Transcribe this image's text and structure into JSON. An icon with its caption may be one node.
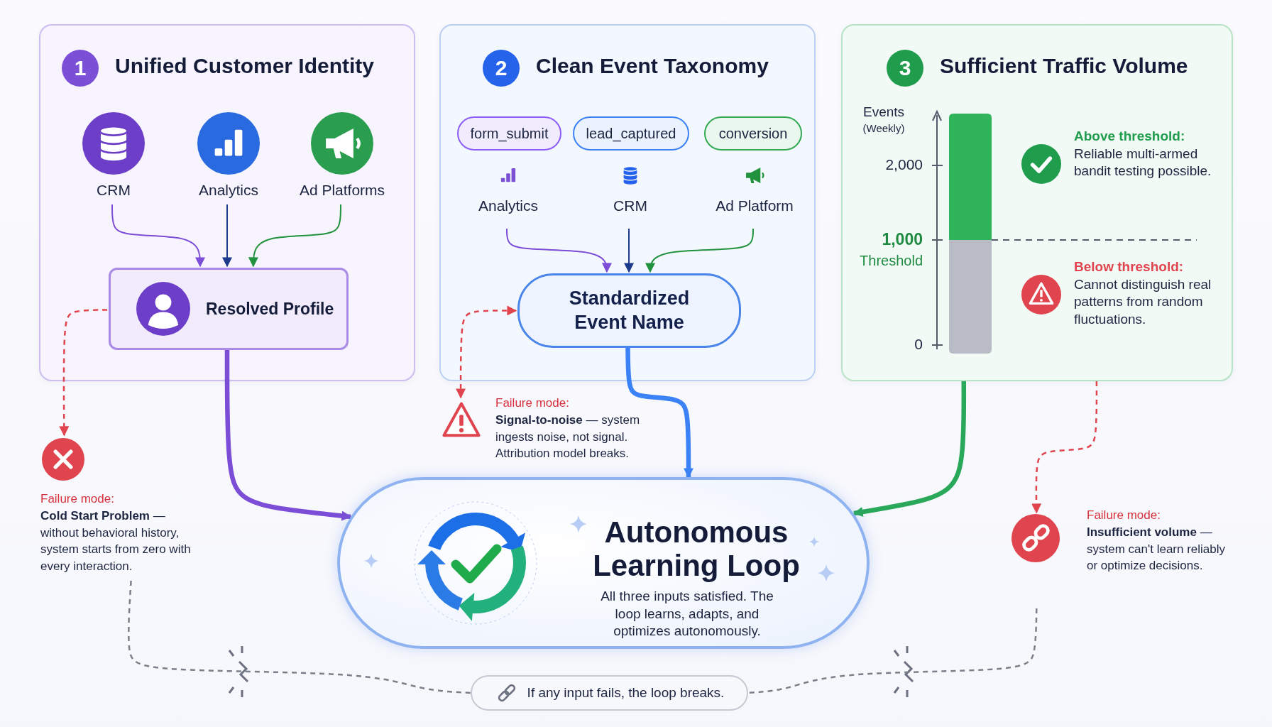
{
  "diagram": {
    "nodes": [
      {
        "text": [
          "Unified Customer Identity"
        ]
      },
      {
        "text": [
          "1"
        ],
        "in": 0
      },
      {
        "text": [
          "CRM"
        ],
        "in": 0
      },
      {
        "text": [
          "Analytics"
        ],
        "in": 0
      },
      {
        "text": [
          "Ad Platforms"
        ],
        "in": 0
      },
      {
        "text": [
          "Resolved Profile"
        ],
        "in": 0
      },
      {
        "text": [
          "Clean Event Taxonomy"
        ]
      },
      {
        "text": [
          "2"
        ],
        "in": 6
      },
      {
        "text": [
          "form_submit"
        ],
        "in": 6
      },
      {
        "text": [
          "lead_captured"
        ],
        "in": 6
      },
      {
        "text": [
          "conversion"
        ],
        "in": 6
      },
      {
        "text": [
          "Analytics"
        ],
        "in": 6
      },
      {
        "text": [
          "CRM"
        ],
        "in": 6
      },
      {
        "text": [
          "Ad Platform"
        ],
        "in": 6
      },
      {
        "text": [
          "Standardized Event Name"
        ],
        "in": 6
      },
      {
        "text": [
          "Sufficient Traffic Volume"
        ]
      },
      {
        "text": [
          "3"
        ],
        "in": 15
      },
      {
        "text": [
          "Above threshold:",
          "Reliable multi-armed bandit testing possible."
        ],
        "in": 15
      },
      {
        "text": [
          "Below threshold:",
          "Cannot distinguish real patterns from random fluctuations."
        ],
        "in": 15
      },
      {
        "text": [
          "Failure mode:",
          "**Cold Start Problem** — without behavioral history, system starts from zero with every interaction."
        ]
      },
      {
        "text": [
          "Failure mode:",
          "**Signal-to-noise** — system ingests noise, not signal. Attribution model breaks."
        ]
      },
      {
        "text": [
          "Failure mode:",
          "**Insufficient volume** — system can't learn reliably or optimize decisions."
        ]
      },
      {
        "text": [
          "Autonomous Learning Loop",
          "All three inputs satisfied. The loop learns, adapts, and optimizes autonomously."
        ]
      },
      {
        "text": [
          "If any input fails, the loop breaks."
        ]
      }
    ],
    "edges": [
      {
        "from": 2,
        "to": 5,
        "arrow": "to",
        "color": "#7c4dd6"
      },
      {
        "from": 3,
        "to": 5,
        "arrow": "to",
        "color": "#1e3a8a"
      },
      {
        "from": 4,
        "to": 5,
        "arrow": "to",
        "color": "#23923f"
      },
      {
        "from": 11,
        "to": 14,
        "arrow": "to",
        "color": "#7c4dd6"
      },
      {
        "from": 12,
        "to": 14,
        "arrow": "to",
        "color": "#1e3a8a"
      },
      {
        "from": 13,
        "to": 14,
        "arrow": "to",
        "color": "#23923f"
      },
      {
        "from": 5,
        "to": 22,
        "arrow": "to",
        "style": "thick",
        "color": "#7c4dd6"
      },
      {
        "from": 14,
        "to": 22,
        "arrow": "to",
        "style": "thick",
        "color": "#3b82f6"
      },
      {
        "from": 15,
        "to": 22,
        "arrow": "to",
        "style": "thick",
        "color": "#2aa85a"
      },
      {
        "from": 5,
        "to": 19,
        "arrow": "to",
        "style": "dashed",
        "color": "#e0444e"
      },
      {
        "from": 14,
        "to": 20,
        "arrow": "both",
        "style": "dashed",
        "color": "#e0444e"
      },
      {
        "from": 15,
        "to": 21,
        "arrow": "to",
        "style": "dashed",
        "color": "#e0444e"
      },
      {
        "from": 19,
        "to": 23,
        "arrow": "none",
        "style": "dashed",
        "color": "#7a7f8a"
      },
      {
        "from": 21,
        "to": 23,
        "arrow": "none",
        "style": "dashed",
        "color": "#7a7f8a"
      }
    ],
    "labels": [
      "Events",
      "(Weekly)",
      "2,000",
      "1,000",
      "Threshold",
      "0"
    ]
  }
}
